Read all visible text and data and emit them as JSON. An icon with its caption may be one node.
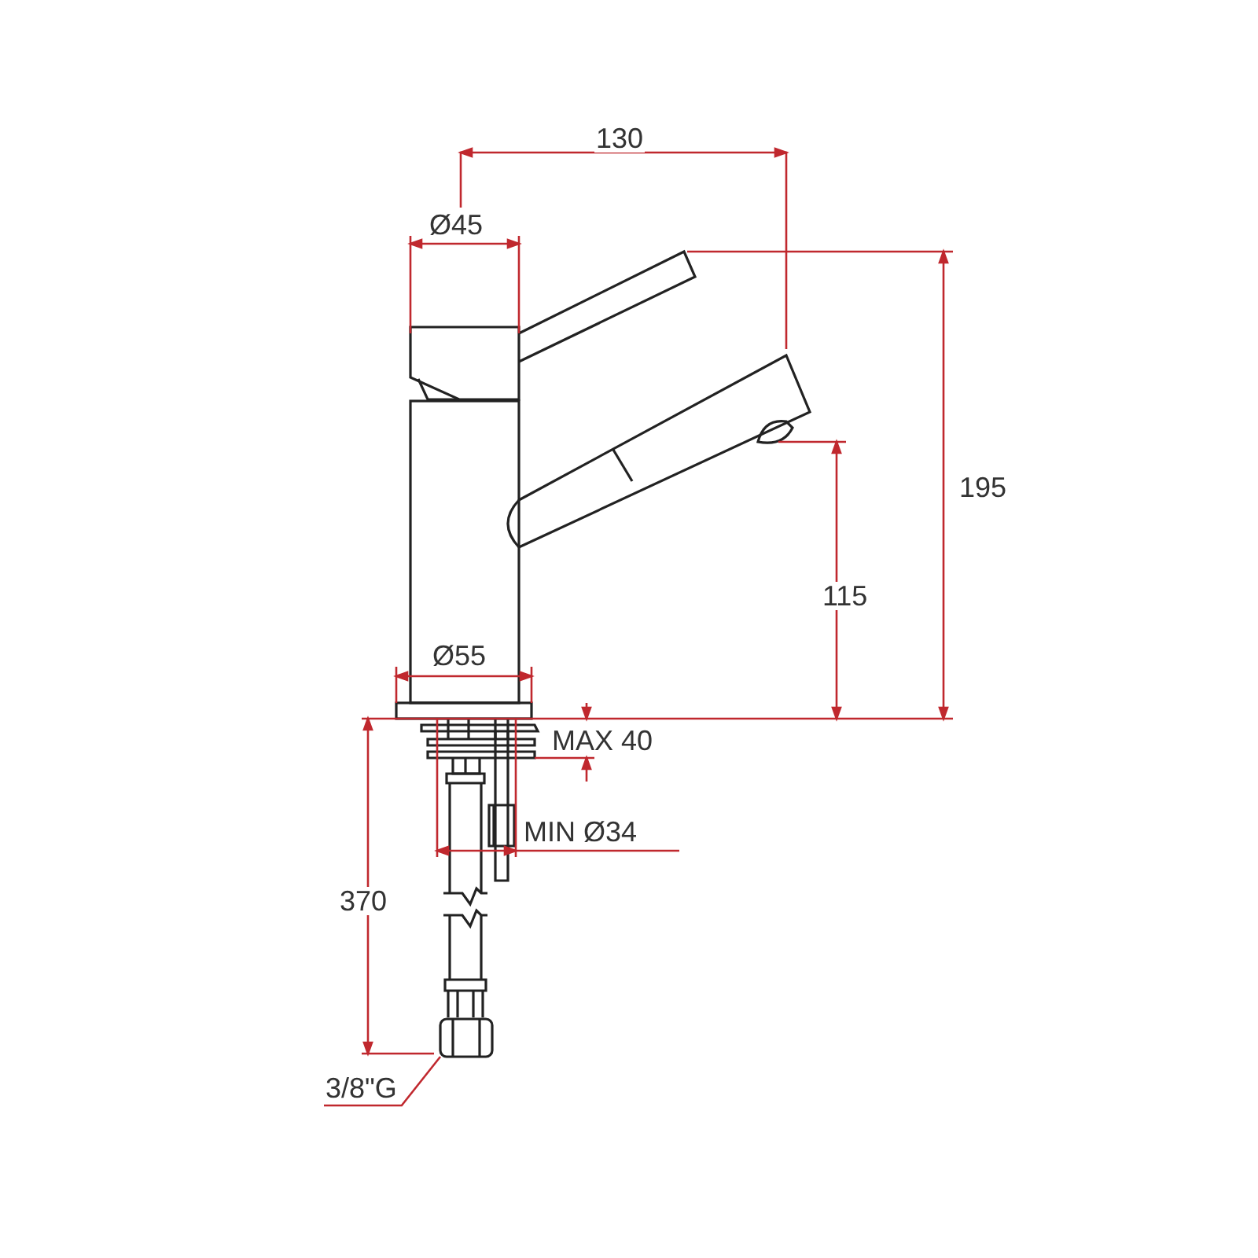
{
  "diagram": {
    "nodes": [
      {
        "text": [
          "3/8\"G"
        ]
      },
      {
        "text": [],
        "shape": "picture"
      }
    ],
    "edges": [
      {
        "from": 0,
        "to": 1,
        "arrow": "none",
        "color": "#c0282e"
      }
    ],
    "labels": [
      "130",
      "Ø45",
      "195",
      "115",
      "Ø55",
      "MAX 40",
      "MIN Ø34",
      "370"
    ]
  }
}
